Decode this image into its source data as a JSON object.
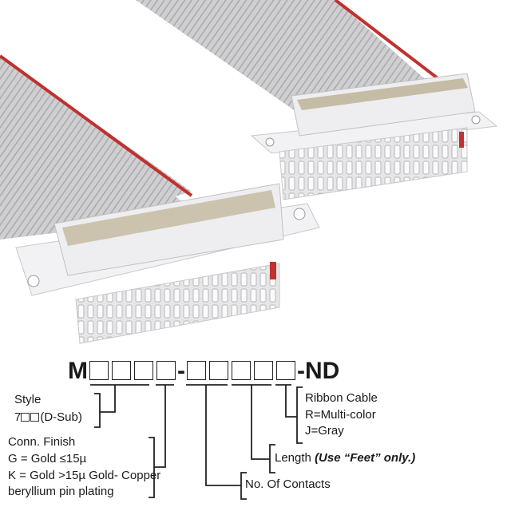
{
  "part_number": {
    "prefix": "M",
    "separator": "-",
    "suffix": "-ND",
    "boxes_first": 4,
    "boxes_second": 5
  },
  "legend": {
    "style": {
      "title": "Style",
      "line2_prefix": "7",
      "line2_suffix": "(D-Sub)"
    },
    "finish": {
      "title": "Conn. Finish",
      "lines": [
        "G = Gold ≤15µ",
        "K = Gold >15µ Gold- Copper",
        "beryllium pin plating"
      ]
    },
    "contacts": {
      "title": "No. Of Contacts"
    },
    "length": {
      "title": "Length",
      "note": "(Use “Feet” only.)"
    },
    "cable": {
      "title": "Ribbon Cable",
      "lines": [
        "R=Multi-color",
        "J=Gray"
      ]
    }
  },
  "colors": {
    "cable": "#c9c9cb",
    "stripe": "#c0312f",
    "connector": "#ecedef",
    "pin": "#d4b468"
  }
}
